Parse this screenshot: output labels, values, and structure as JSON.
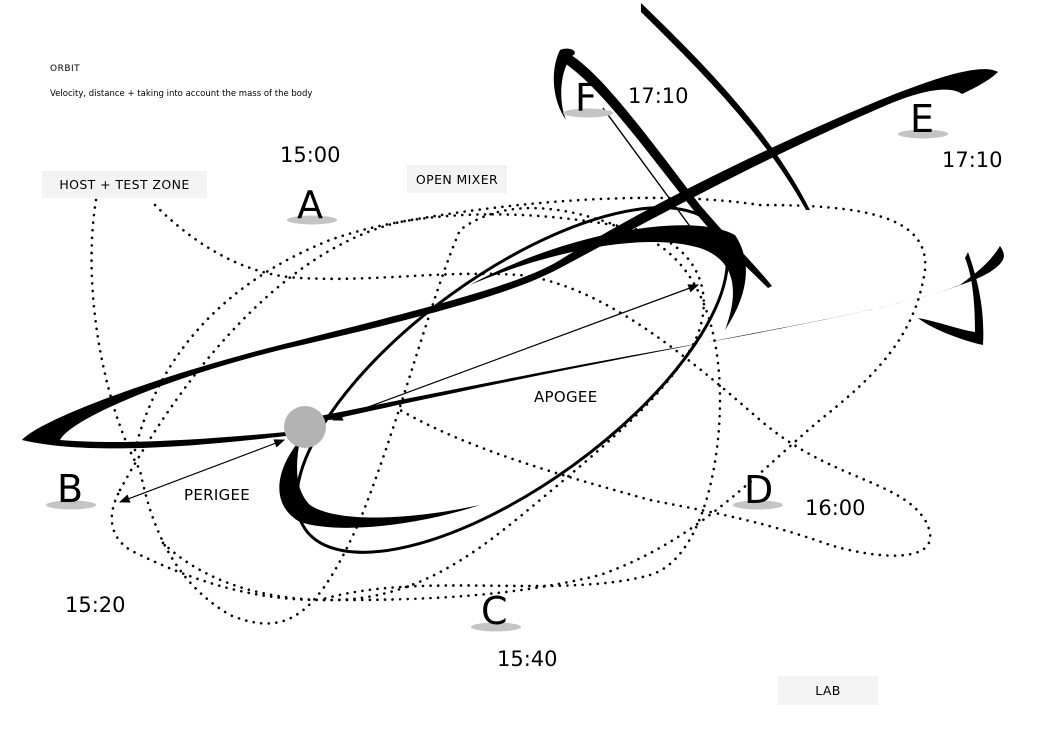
{
  "header": {
    "title": "ORBIT",
    "subtitle": "Velocity, distance + taking into account the mass of the body"
  },
  "zones": {
    "host_test": "HOST + TEST ZONE",
    "open_mixer": "OPEN MIXER",
    "lab": "LAB"
  },
  "stations": [
    {
      "letter": "A",
      "time": "15:00"
    },
    {
      "letter": "B",
      "time": "15:20"
    },
    {
      "letter": "C",
      "time": "15:40"
    },
    {
      "letter": "D",
      "time": "16:00"
    },
    {
      "letter": "E",
      "time": "17:10"
    },
    {
      "letter": "F",
      "time": "17:10"
    }
  ],
  "labels": {
    "apogee": "APOGEE",
    "perigee": "PERIGEE"
  },
  "colors": {
    "ink": "#000000",
    "body": "#b3b3b3",
    "shadow": "#c4c4c4",
    "tag_bg": "#f3f3f3"
  }
}
